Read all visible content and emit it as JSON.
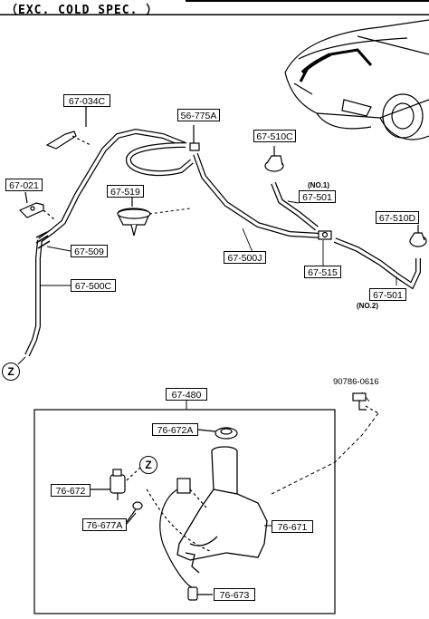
{
  "header": {
    "spec_text": "（EXC. COLD SPEC. ）"
  },
  "parts": {
    "p67034C": "67-034C",
    "p56775A": "56-775A",
    "p67510C": "67-510C",
    "p67021": "67-021",
    "p67519": "67-519",
    "p67501_no1": "67-501",
    "p67510D": "67-510D",
    "p67509": "67-509",
    "p67500J": "67-500J",
    "p67515": "67-515",
    "p67500C": "67-500C",
    "p67501_no2": "67-501",
    "p90786": "90786-0616",
    "p67480": "67-480",
    "p76672A": "76-672A",
    "p76672": "76-672",
    "p76677A": "76-677A",
    "p76671": "76-671",
    "p76673": "76-673"
  },
  "notes": {
    "no1": "(NO.1)",
    "no2": "(NO.2)"
  },
  "markers": {
    "z1": "Z",
    "z2": "Z"
  }
}
